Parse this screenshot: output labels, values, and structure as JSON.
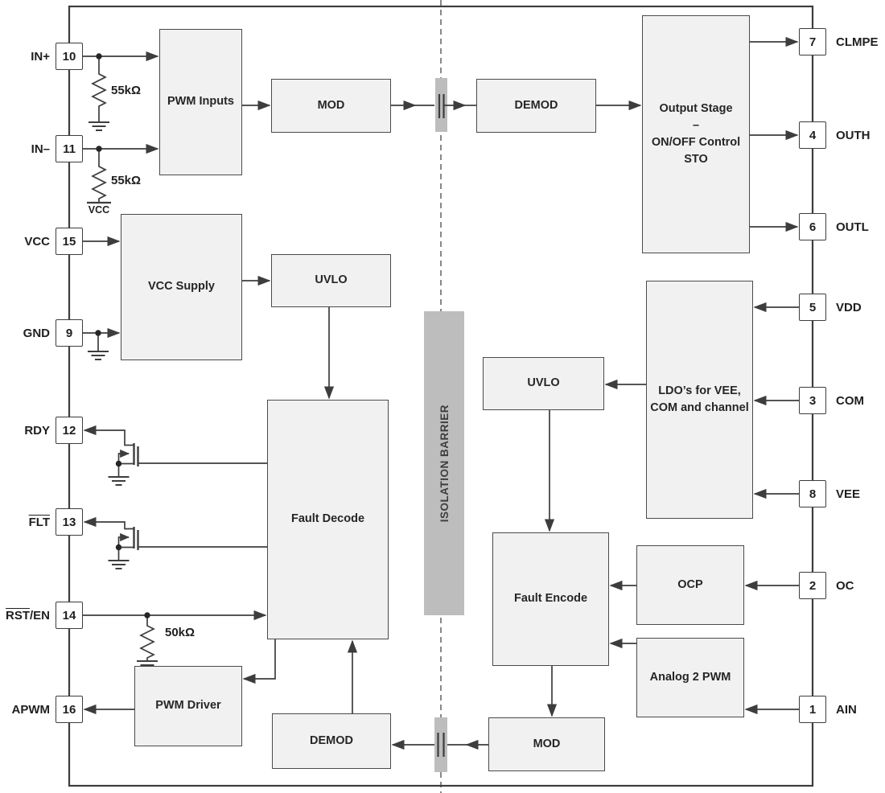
{
  "diagram": {
    "barrier_label": "ISOLATION BARRIER",
    "blocks": {
      "pwm_inputs": "PWM Inputs",
      "mod_top": "MOD",
      "demod_top": "DEMOD",
      "output_stage_line1": "Output Stage",
      "output_stage_line2": "–",
      "output_stage_line3": "ON/OFF Control",
      "output_stage_line4": "STO",
      "vcc_supply": "VCC Supply",
      "uvlo_left": "UVLO",
      "fault_decode": "Fault Decode",
      "uvlo_right": "UVLO",
      "ldo_line1": "LDO’s for VEE,",
      "ldo_line2": "COM and channel",
      "fault_encode": "Fault Encode",
      "ocp": "OCP",
      "analog_2_pwm": "Analog 2 PWM",
      "pwm_driver": "PWM Driver",
      "demod_bottom": "DEMOD",
      "mod_bottom": "MOD"
    },
    "pins_left": [
      {
        "num": "10",
        "label": "IN+",
        "label_overline": ""
      },
      {
        "num": "11",
        "label": "IN–",
        "label_overline": ""
      },
      {
        "num": "15",
        "label": "VCC",
        "label_overline": ""
      },
      {
        "num": "9",
        "label": "GND",
        "label_overline": ""
      },
      {
        "num": "12",
        "label": "RDY",
        "label_overline": ""
      },
      {
        "num": "13",
        "label": "",
        "label_overline": "FLT"
      },
      {
        "num": "14",
        "label": "/EN",
        "label_overline": "RST"
      },
      {
        "num": "16",
        "label": "APWM",
        "label_overline": ""
      }
    ],
    "pins_right": [
      {
        "num": "7",
        "label": "CLMPE"
      },
      {
        "num": "4",
        "label": "OUTH"
      },
      {
        "num": "6",
        "label": "OUTL"
      },
      {
        "num": "5",
        "label": "VDD"
      },
      {
        "num": "3",
        "label": "COM"
      },
      {
        "num": "8",
        "label": "VEE"
      },
      {
        "num": "2",
        "label": "OC"
      },
      {
        "num": "1",
        "label": "AIN"
      }
    ],
    "resistors": {
      "r_in_plus": "55kΩ",
      "r_in_minus": "55kΩ",
      "r_rst": "50kΩ"
    },
    "rail_label_vcc": "VCC",
    "colors": {
      "line": "#404040",
      "block_fill": "#f1f1f1",
      "block_border": "#4a4a4a",
      "barrier_fill": "#bdbdbd",
      "text": "#1f1f1f"
    }
  }
}
